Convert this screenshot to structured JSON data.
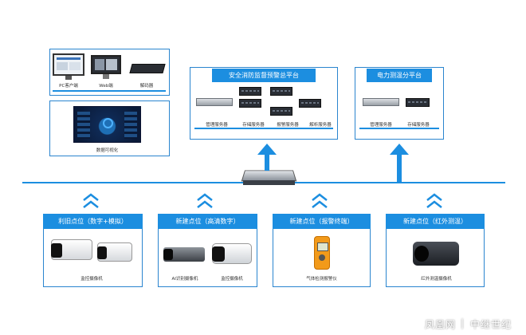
{
  "top_left": {
    "devices": [
      "PC客户端",
      "Web端",
      "解码器"
    ],
    "screen_label": "数据可视化"
  },
  "platform_main": {
    "title": "安全消防监督预警总平台",
    "servers": [
      "管理服务器",
      "存储服务器",
      "报警服务器",
      "解析服务器"
    ]
  },
  "platform_power": {
    "title": "电力测温分平台",
    "servers": [
      "管理服务器",
      "存储服务器"
    ]
  },
  "points": [
    {
      "title": "利旧点位（数字+模拟）",
      "devices": [
        "监控摄像机"
      ]
    },
    {
      "title": "新建点位（高清数字）",
      "devices": [
        "AI识别摄像机",
        "监控摄像机"
      ]
    },
    {
      "title": "新建点位（报警终端）",
      "devices": [
        "气体检测报警仪"
      ]
    },
    {
      "title": "新建点位（红外测温）",
      "devices": [
        "红外测温摄像机"
      ]
    }
  ],
  "watermark": {
    "left": "凤凰网",
    "right": "中继世纪"
  },
  "colors": {
    "accent": "#1c8ee0",
    "border": "#2a85cf"
  }
}
